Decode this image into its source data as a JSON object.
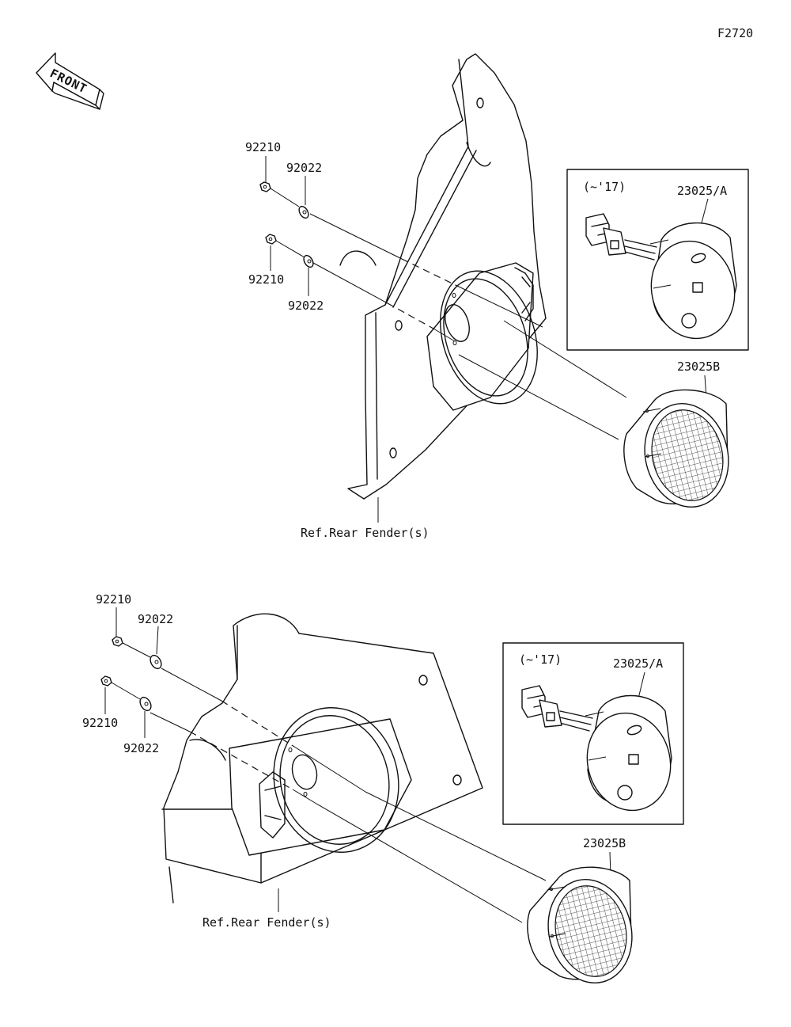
{
  "figure_code": "F2720",
  "front_label": "FRONT",
  "upper": {
    "nut_top": "92210",
    "washer_top": "92022",
    "nut_bottom": "92210",
    "washer_bottom": "92022",
    "inset_date": "(~'17)",
    "inset_part": "23025/A",
    "lamp_part": "23025B",
    "ref_label": "Ref.Rear Fender(s)"
  },
  "lower": {
    "nut_top": "92210",
    "washer_top": "92022",
    "nut_bottom": "92210",
    "washer_bottom": "92022",
    "inset_date": "(~'17)",
    "inset_part": "23025/A",
    "lamp_part": "23025B",
    "ref_label": "Ref.Rear Fender(s)"
  }
}
